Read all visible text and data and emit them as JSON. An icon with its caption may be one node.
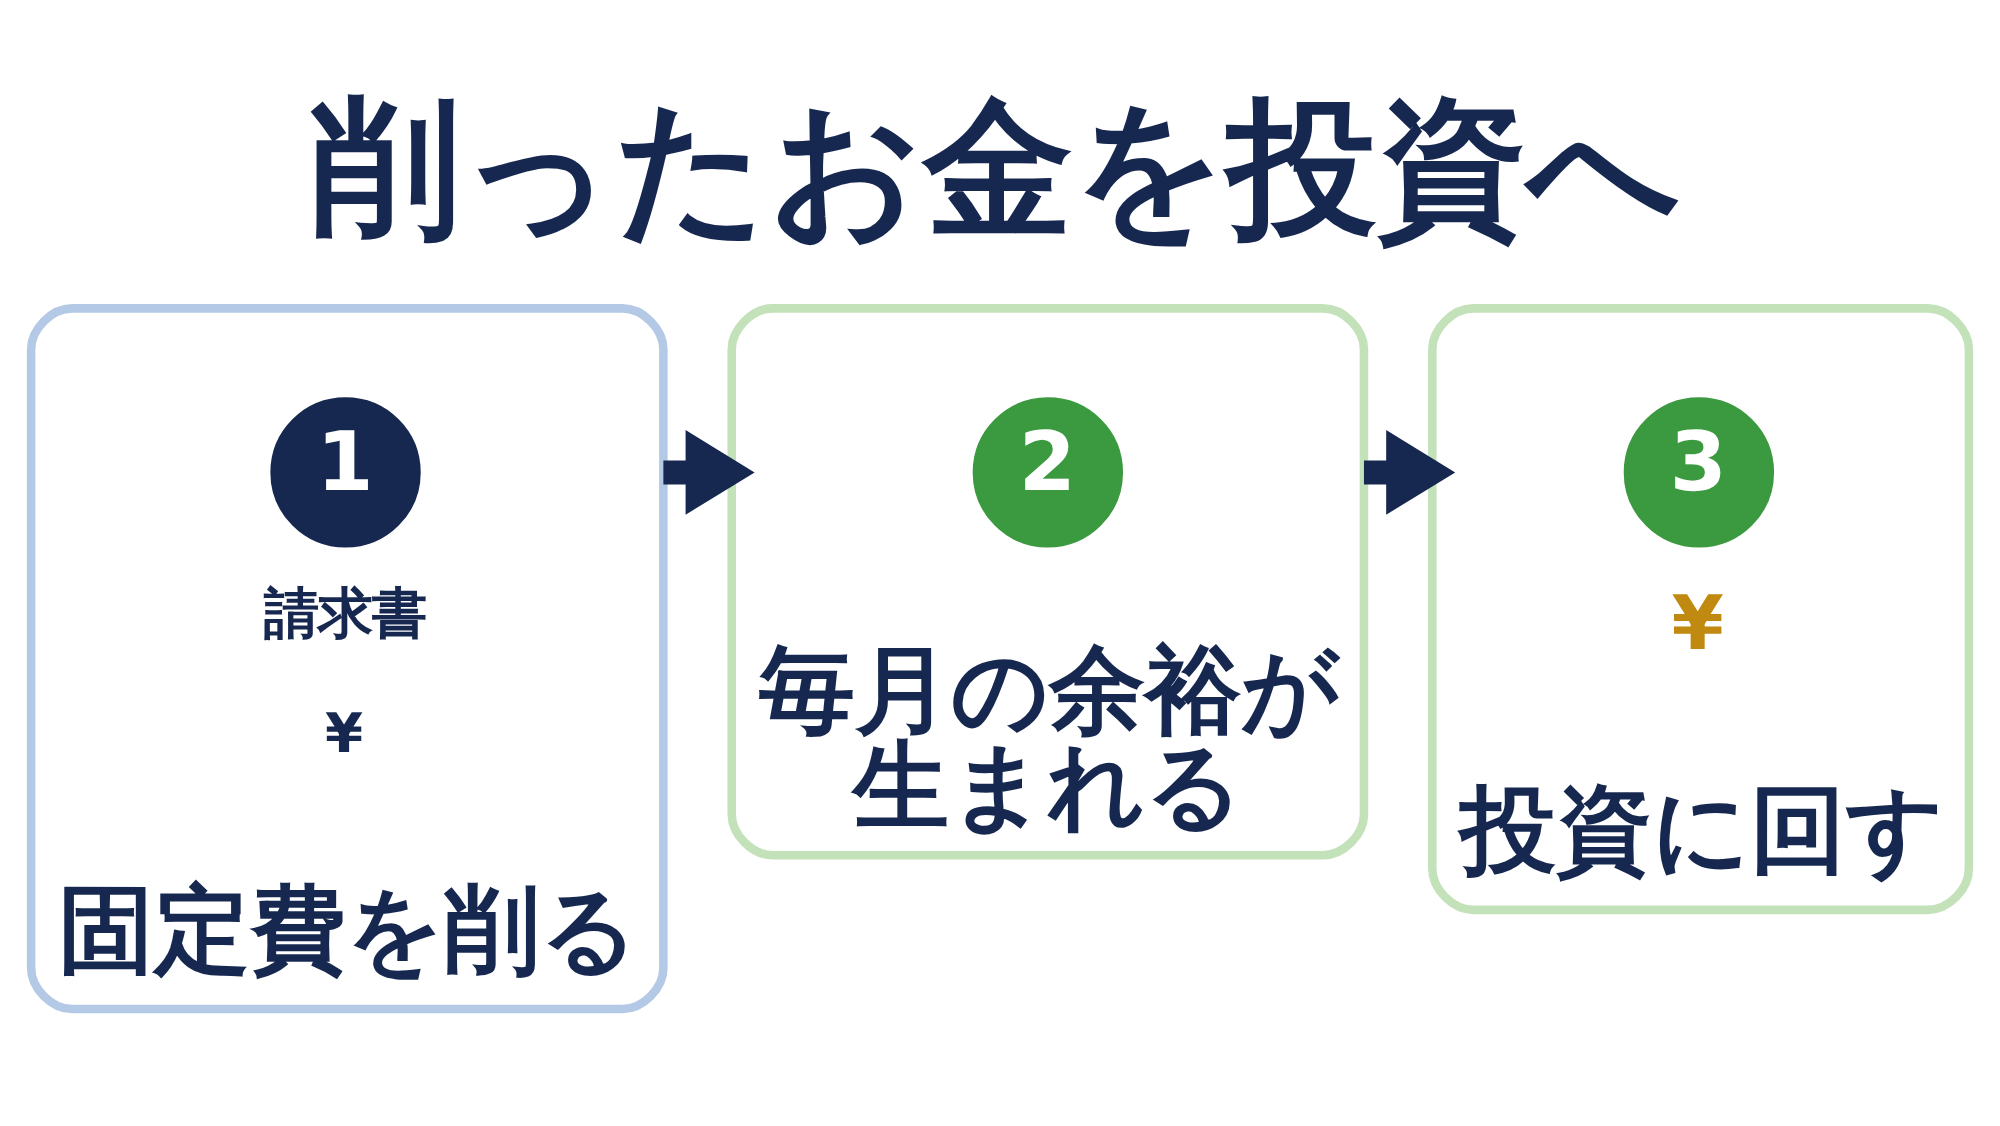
{
  "diagram": {
    "title": "削ったお金を投資へ",
    "nodes": [
      {
        "text": [
          "固定費を削る"
        ]
      },
      {
        "text": [
          "1"
        ],
        "in": 0
      },
      {
        "text": [
          "毎月の余裕が生まれる"
        ]
      },
      {
        "text": [
          "2"
        ],
        "in": 2
      },
      {
        "text": [
          "投資に回す"
        ]
      },
      {
        "text": [
          "3"
        ],
        "in": 4
      }
    ],
    "edges": [
      {
        "from": 0,
        "to": 2,
        "arrow": "to"
      },
      {
        "from": 2,
        "to": 4,
        "arrow": "to"
      }
    ],
    "labels": [
      "請求書",
      "¥",
      "¥"
    ]
  }
}
